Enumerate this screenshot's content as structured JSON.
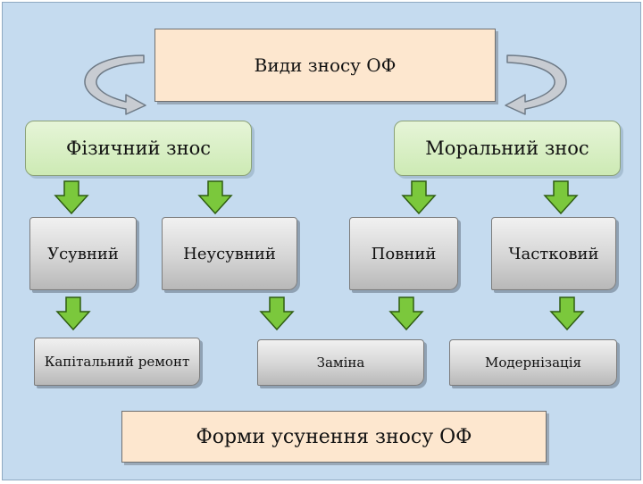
{
  "title": "Види зносу ОФ",
  "footer": "Форми усунення зносу ОФ",
  "categories": {
    "physical": "Фізичний знос",
    "moral": "Моральний знос"
  },
  "types": {
    "removable": "Усувний",
    "nonremovable": "Неусувний",
    "full": "Повний",
    "partial": "Частковий"
  },
  "actions": {
    "repair": "Капітальний ремонт",
    "replacement": "Заміна",
    "modernization": "Модернізація"
  },
  "colors": {
    "background": "#c5dbef",
    "title_fill": "#fde7cf",
    "category_fill": "#d9f0c5",
    "arrow_green": "#7bc83c",
    "curved_arrow": "#c8ccd2"
  },
  "icons": [
    "curved-arrow-icon",
    "down-arrow-icon"
  ]
}
